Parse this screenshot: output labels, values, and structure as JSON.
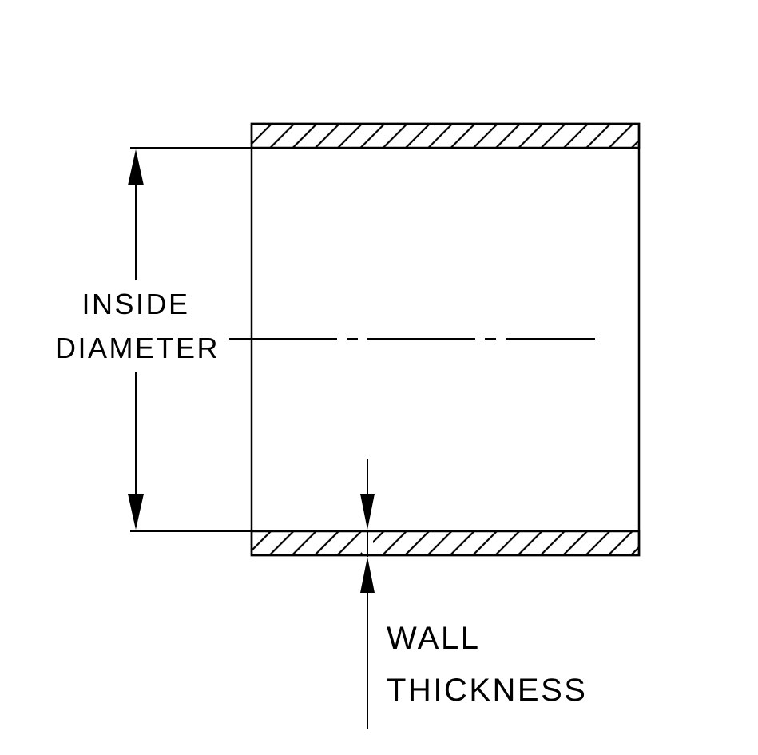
{
  "diagram": {
    "type": "technical-cross-section",
    "subject": "tube-wall-section",
    "labels": {
      "inside_diameter": {
        "line1": "INSIDE",
        "line2": "DIAMETER"
      },
      "wall_thickness": {
        "line1": "WALL",
        "line2": "THICKNESS"
      }
    },
    "colors": {
      "line": "#000000",
      "background": "#ffffff"
    }
  }
}
